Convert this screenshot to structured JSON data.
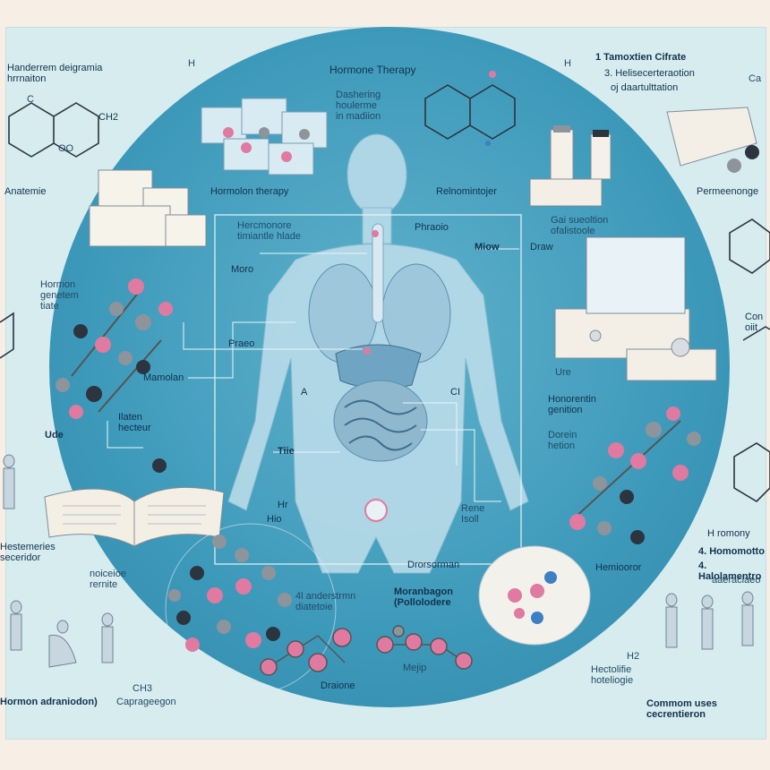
{
  "labels": {
    "top_left": "Handerrem deigramia\nhrrnaiton",
    "top_left_h": "H",
    "top_c": "C",
    "ch2": "CH2",
    "oo": "OO",
    "left_anemia": "Anatemie",
    "left_hormone": "Hormon\ngenetem\ntiate",
    "left_ude": "Ude",
    "left_ilaten": "Ilaten\nhecteur",
    "left_bottom_a": "Hestemeries\nseceridor",
    "left_bottom_b": "noiceioe\nrernite",
    "bottom_left": "Hormon adraniodon)",
    "bottom_ch": "CH3",
    "bottom_cap": "Caprageegon",
    "title_center": "Hormone Therapy",
    "center_sub": "Dashering\nhoulerme\nin madiion",
    "hormon_therapy": "Hormolon therapy",
    "relnomthojer": "Relnomintojer",
    "rect_head": "Hercmonore\ntimiantle hlade",
    "phraoio": "Phraoio",
    "miow": "Miow",
    "draw": "Draw",
    "moro": "Moro",
    "praeo": "Praeo",
    "mamolan": "Mamolan",
    "a_label": "A",
    "ci_label": "CI",
    "tiie": "Tiie",
    "hr": "Hr",
    "hio": "Hio",
    "rene": "Rene\nIsoll",
    "right_top_1": "1  Tamoxtien Cifrate",
    "right_top_2": "3.  Helisecerteraotion",
    "right_top_3": "oj daartulttation",
    "right_c": "Ca",
    "right_h": "H",
    "right_perm": "Permeenonge",
    "right_gen": "Gai sueoltion\nofalistoole",
    "right_hor": "Honorentin\ngenition",
    "right_bio": "Dorein\nhetion",
    "right_con": "Con\noiit",
    "right_ure": "Ure",
    "right_homo": "H romony",
    "right_hm1": "4. Homomotto",
    "right_hm2": "4. Halolamentro",
    "right_hm3": "aaeraciaeo",
    "hemiooror": "Hemiooror",
    "drorsman": "Drorsorman",
    "central_bottom": "4l anderstrmn\ndiatetoie",
    "moleculer": "Moranbagon\n(Pollolodere",
    "draione": "Draione",
    "mejip": "Mejip",
    "hectolifie": "Hectolifie\nhoteliogie",
    "common": "Commom uses cecrentieron",
    "h2": "H2"
  },
  "colors": {
    "bg": "#f7efe6",
    "panel": "#d6ecef",
    "circle": "#3d99ba",
    "pink": "#e07aa0",
    "gray": "#8e949b",
    "dark": "#2c3440"
  }
}
